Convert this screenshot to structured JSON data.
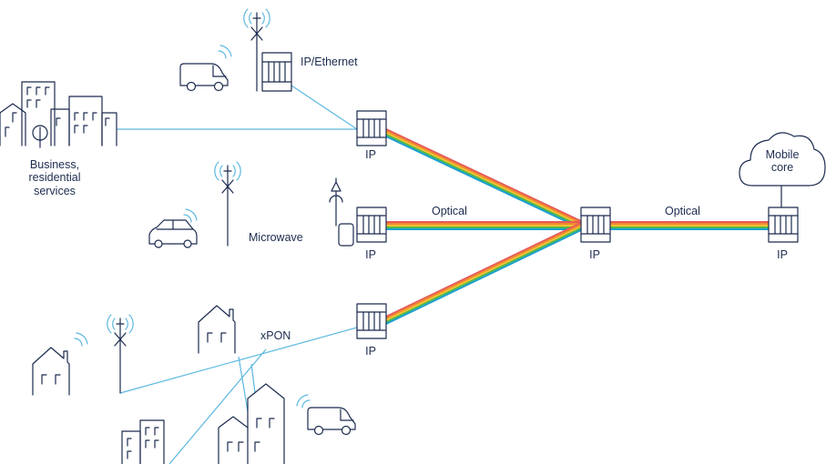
{
  "labels": {
    "ip_ethernet": "IP/Ethernet",
    "business_line1": "Business,",
    "business_line2": "residential",
    "business_line3": "services",
    "microwave": "Microwave",
    "optical_left": "Optical",
    "optical_right": "Optical",
    "xpon": "xPON",
    "ip": "IP",
    "mobile_core_line1": "Mobile",
    "mobile_core_line2": "core"
  },
  "colors": {
    "outline": "#1c2b4f",
    "link": "#5cb8e0",
    "rainbow": [
      "#1a9fd1",
      "#52b948",
      "#f5c233",
      "#ef8a2b",
      "#e65a59"
    ]
  }
}
